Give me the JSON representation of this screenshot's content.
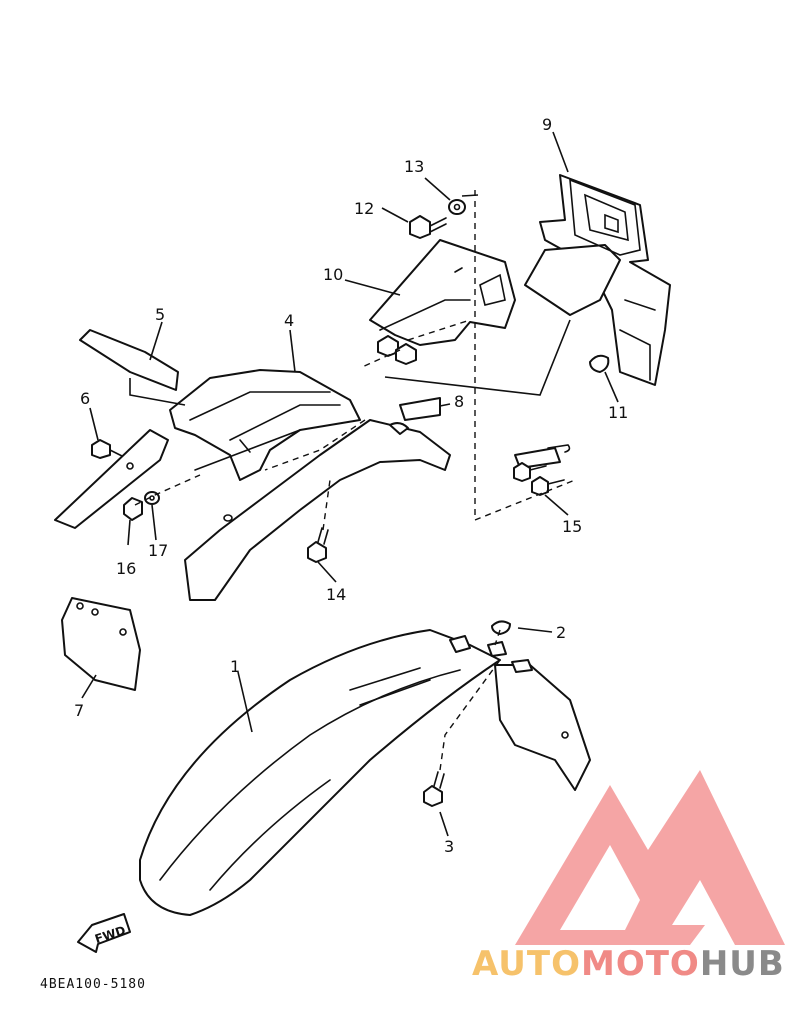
{
  "diagram": {
    "callouts": {
      "c1": "1",
      "c2": "2",
      "c3": "3",
      "c4": "4",
      "c5": "5",
      "c6": "6",
      "c7": "7",
      "c8": "8",
      "c9": "9",
      "c10": "10",
      "c11": "11",
      "c12": "12",
      "c13": "13",
      "c14": "14",
      "c15": "15",
      "c16": "16",
      "c17": "17"
    },
    "direction_marker": "FWD",
    "drawing_code": "4BEA100-5180"
  },
  "watermark": {
    "part1": "AUTO",
    "part2": "MOTO",
    "part3": "HUB",
    "colors": {
      "part1": "#f6c26b",
      "part2": "#f08a86",
      "part3": "#8a8a8a",
      "logo": "#f4a0a0"
    }
  }
}
